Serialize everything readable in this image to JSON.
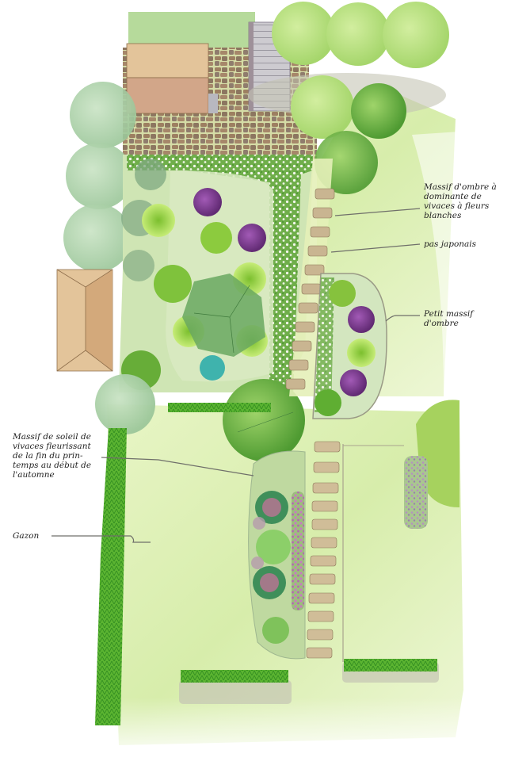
{
  "plan": {
    "type": "garden landscape plan (top view, watercolor sketch)",
    "colors": {
      "lawn": "#dcefb0",
      "lawn_light": "#eef7d2",
      "hedge": "#4fae2c",
      "paving_stone": "#c9b591",
      "flagstone": "#a08466",
      "roof_light": "#e3c49a",
      "roof_dark": "#c9a078",
      "deck": "#c8c6c9",
      "tree_light": "#b9e08a",
      "tree_mid": "#8fcb5b",
      "tree_dark": "#5aa33a",
      "tree_grey": "#a9cfa7",
      "purple_plant": "#7b3a8c",
      "teal_plant": "#3fb3ad",
      "pink_flower": "#c96aa3",
      "shadow": "#c4c4b4"
    }
  },
  "annotations": [
    {
      "id": "shade-bed",
      "text": "Massif d'ombre à\ndominante de\nvivaces à fleurs\nblanches"
    },
    {
      "id": "japanese-steps",
      "text": "pas japonais"
    },
    {
      "id": "small-shade-bed",
      "text": "Petit massif\nd'ombre"
    },
    {
      "id": "sun-bed",
      "text": "Massif de soleil de\nvivaces fleurissant\nde la fin du prin-\ntemps au début de\nl'automne"
    },
    {
      "id": "lawn",
      "text": "Gazon"
    }
  ]
}
